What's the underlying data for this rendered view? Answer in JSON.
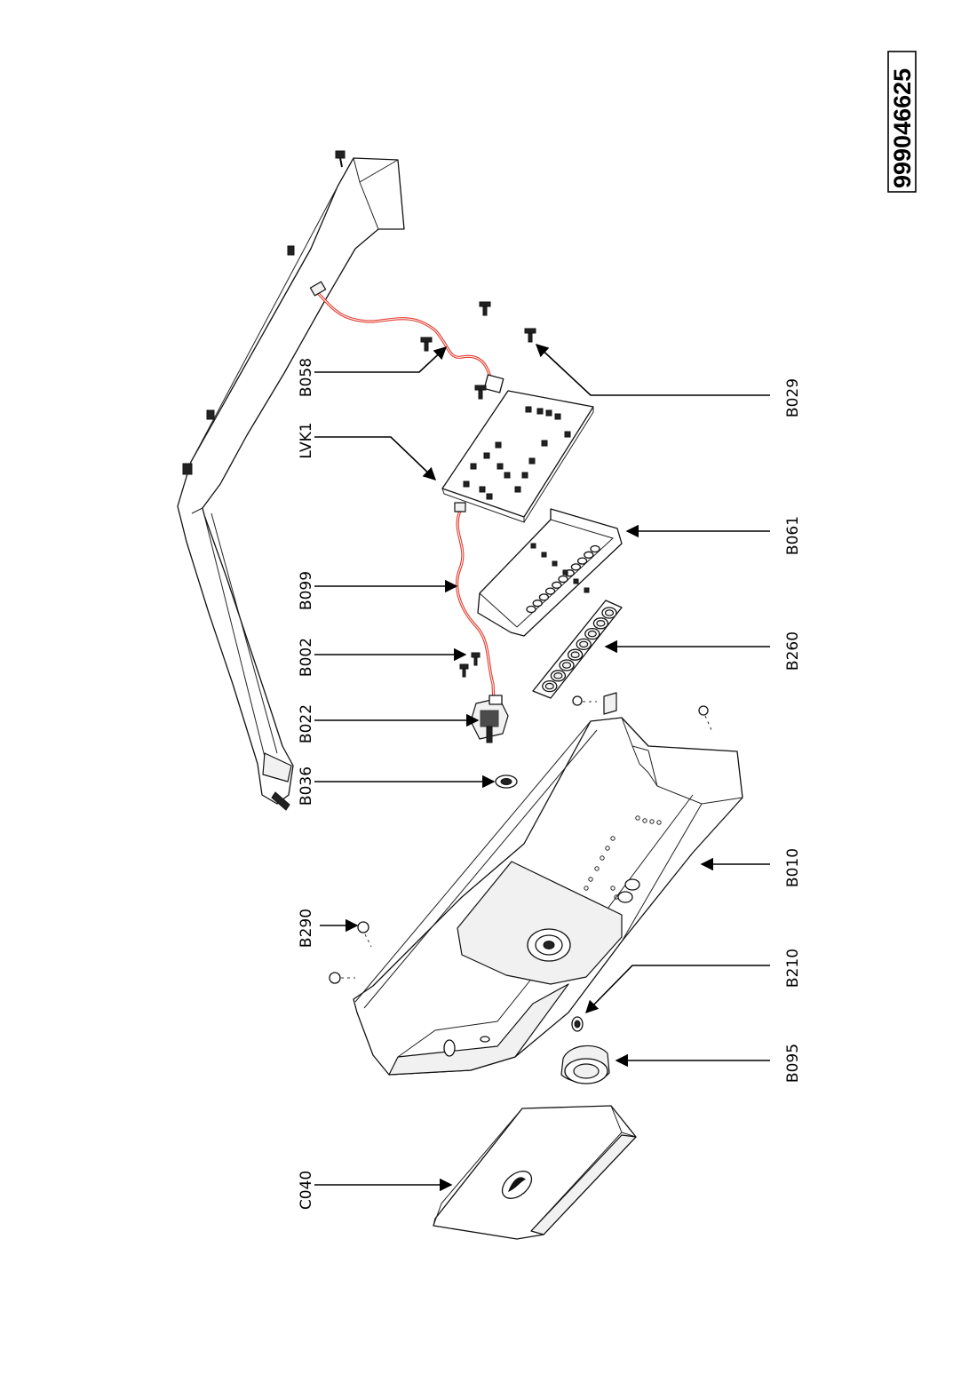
{
  "document_number": "999046625",
  "callouts": [
    {
      "id": "B058",
      "label": "B058"
    },
    {
      "id": "LVK1",
      "label": "LVK1"
    },
    {
      "id": "B099",
      "label": "B099"
    },
    {
      "id": "B002",
      "label": "B002"
    },
    {
      "id": "B022",
      "label": "B022"
    },
    {
      "id": "B036",
      "label": "B036"
    },
    {
      "id": "B290",
      "label": "B290"
    },
    {
      "id": "C040",
      "label": "C040"
    },
    {
      "id": "B029",
      "label": "B029"
    },
    {
      "id": "B061",
      "label": "B061"
    },
    {
      "id": "B260",
      "label": "B260"
    },
    {
      "id": "B010",
      "label": "B010"
    },
    {
      "id": "B210",
      "label": "B210"
    },
    {
      "id": "B095",
      "label": "B095"
    }
  ],
  "colors": {
    "wire": "#e23a2c",
    "ink": "#000000"
  }
}
